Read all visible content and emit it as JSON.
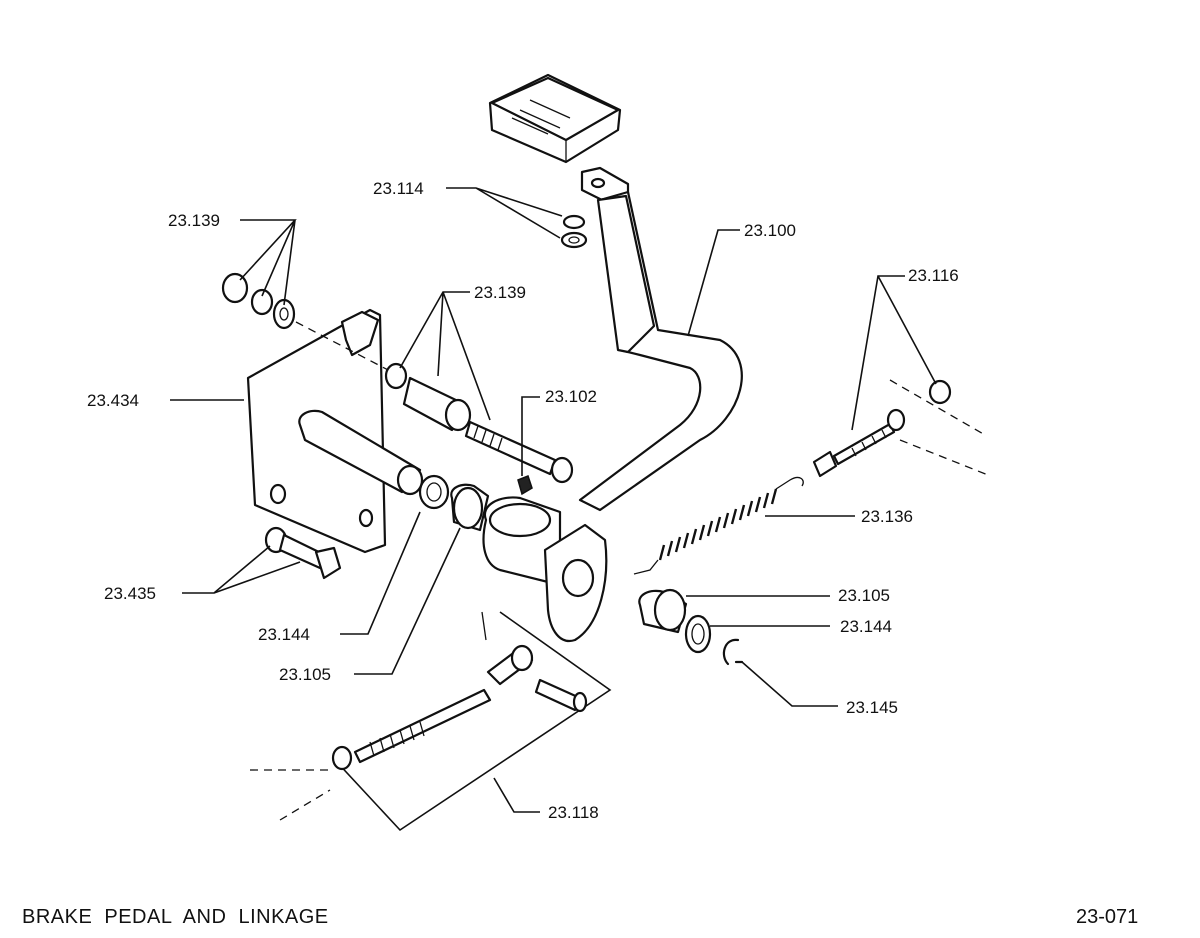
{
  "title": "BRAKE PEDAL AND LINKAGE",
  "figure_number": "23-071",
  "callouts": {
    "c23_114": "23.114",
    "c23_139_left": "23.139",
    "c23_100": "23.100",
    "c23_116": "23.116",
    "c23_139_mid": "23.139",
    "c23_102": "23.102",
    "c23_434": "23.434",
    "c23_136": "23.136",
    "c23_105_right": "23.105",
    "c23_144_right": "23.144",
    "c23_435": "23.435",
    "c23_144_left": "23.144",
    "c23_105_left": "23.105",
    "c23_145": "23.145",
    "c23_118": "23.118"
  }
}
